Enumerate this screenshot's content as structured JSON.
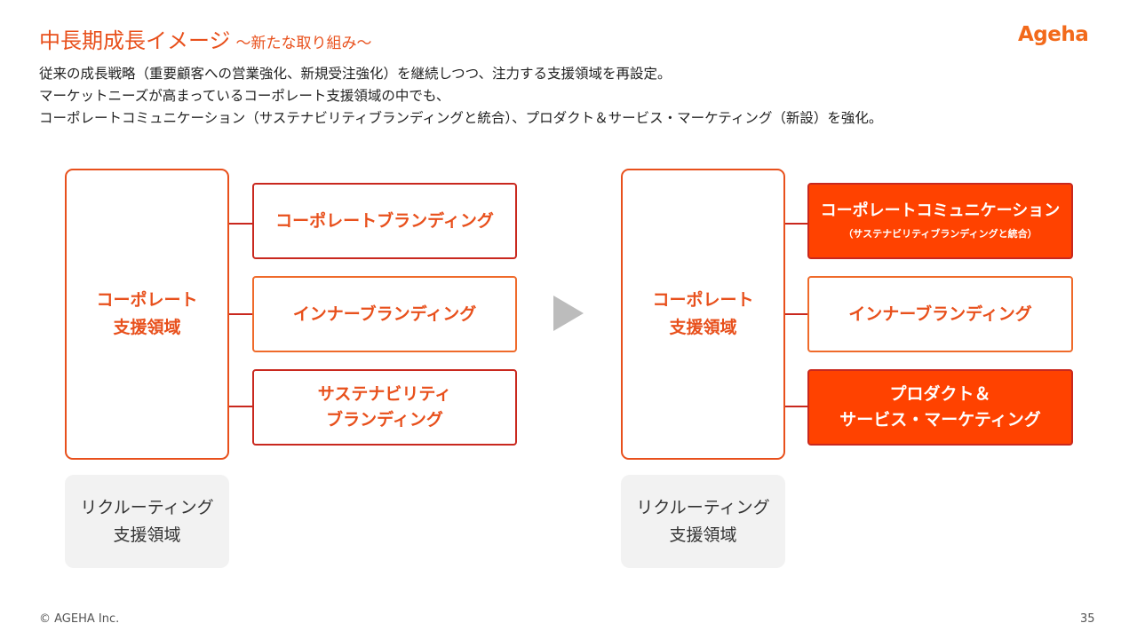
{
  "header": {
    "title": "中長期成長イメージ",
    "subtitle": "～新たな取り組み～",
    "logo": "Ageha"
  },
  "description": [
    "従来の成長戦略（重要顧客への営業強化、新規受注強化）を継続しつつ、注力する支援領域を再設定。",
    "マーケットニーズが高まっているコーポレート支援領域の中でも、",
    "コーポレートコミュニケーション（サステナビリティブランディングと統合）、プロダクト＆サービス・マーケティング（新設）を強化。"
  ],
  "before": {
    "parent_lines": [
      "コーポレート",
      "支援領域"
    ],
    "children": [
      {
        "lines": [
          "コーポレートブランディング"
        ]
      },
      {
        "lines": [
          "インナーブランディング"
        ]
      },
      {
        "lines": [
          "サステナビリティ",
          "ブランディング"
        ]
      }
    ],
    "recruiting_lines": [
      "リクルーティング",
      "支援領域"
    ]
  },
  "after": {
    "parent_lines": [
      "コーポレート",
      "支援領域"
    ],
    "children": [
      {
        "lines": [
          "コーポレートコミュニケーション",
          "（サステナビリティブランディングと統合）"
        ],
        "highlight": true
      },
      {
        "lines": [
          "インナーブランディング"
        ],
        "highlight": false
      },
      {
        "lines": [
          "プロダクト＆",
          "サービス・マーケティング"
        ],
        "highlight": true
      }
    ],
    "recruiting_lines": [
      "リクルーティング",
      "支援領域"
    ]
  },
  "footer": {
    "copyright": "© AGEHA Inc.",
    "page_number": "35"
  },
  "colors": {
    "accent": "#e8501c",
    "border_red": "#c9281e",
    "highlight_fill": "#ff4200",
    "gray_box": "#f2f2f2",
    "arrow": "#bcbcbc"
  }
}
